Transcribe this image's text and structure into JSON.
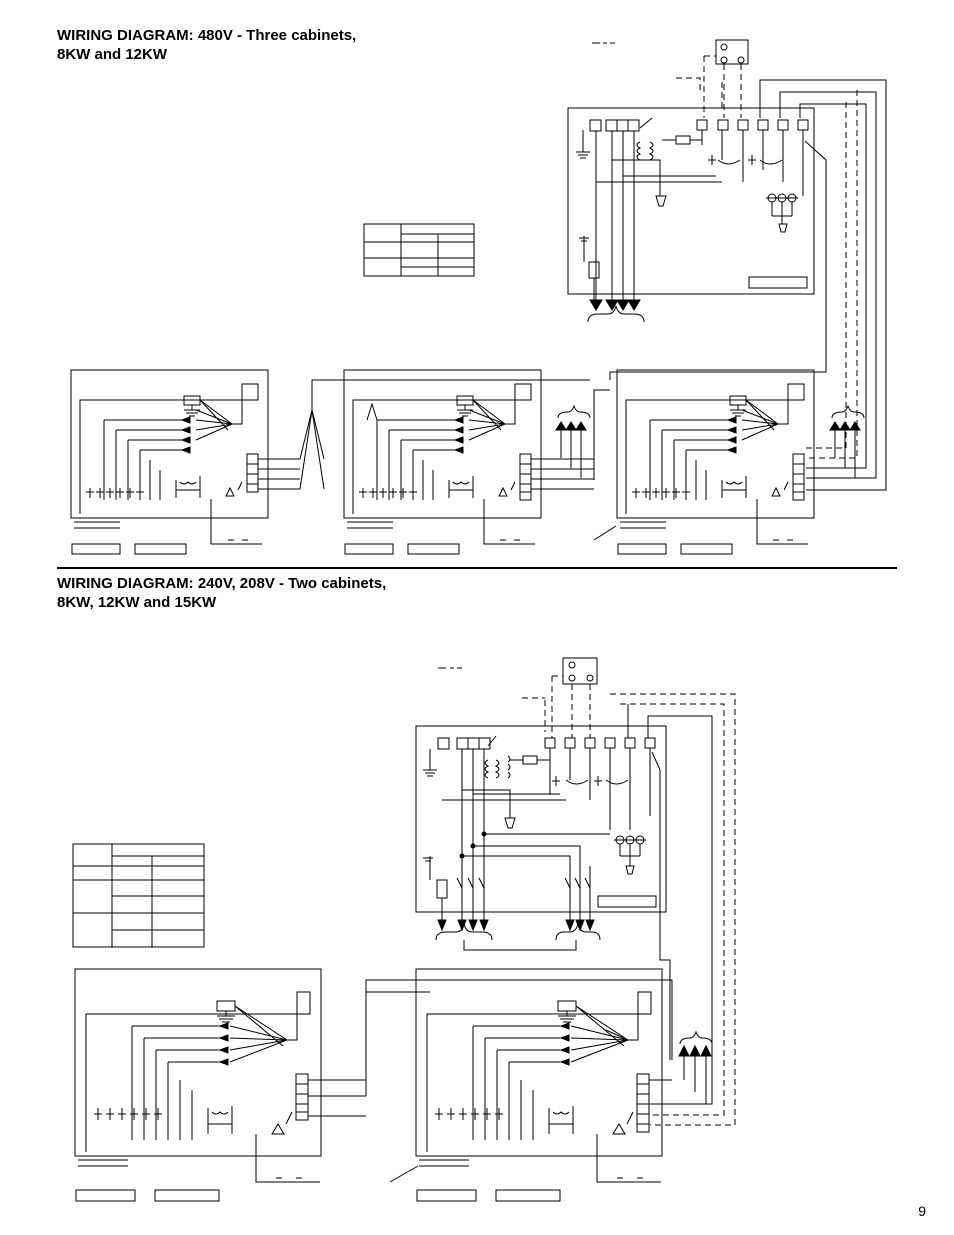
{
  "diagram_480v": {
    "title_line1": "WIRING DIAGRAM: 480V - Three cabinets,",
    "title_line2": "8KW and 12KW"
  },
  "diagram_240v": {
    "title_line1": "WIRING DIAGRAM: 240V, 208V - Two cabinets,",
    "title_line2": "8KW, 12KW and 15KW"
  },
  "page_number": "9"
}
